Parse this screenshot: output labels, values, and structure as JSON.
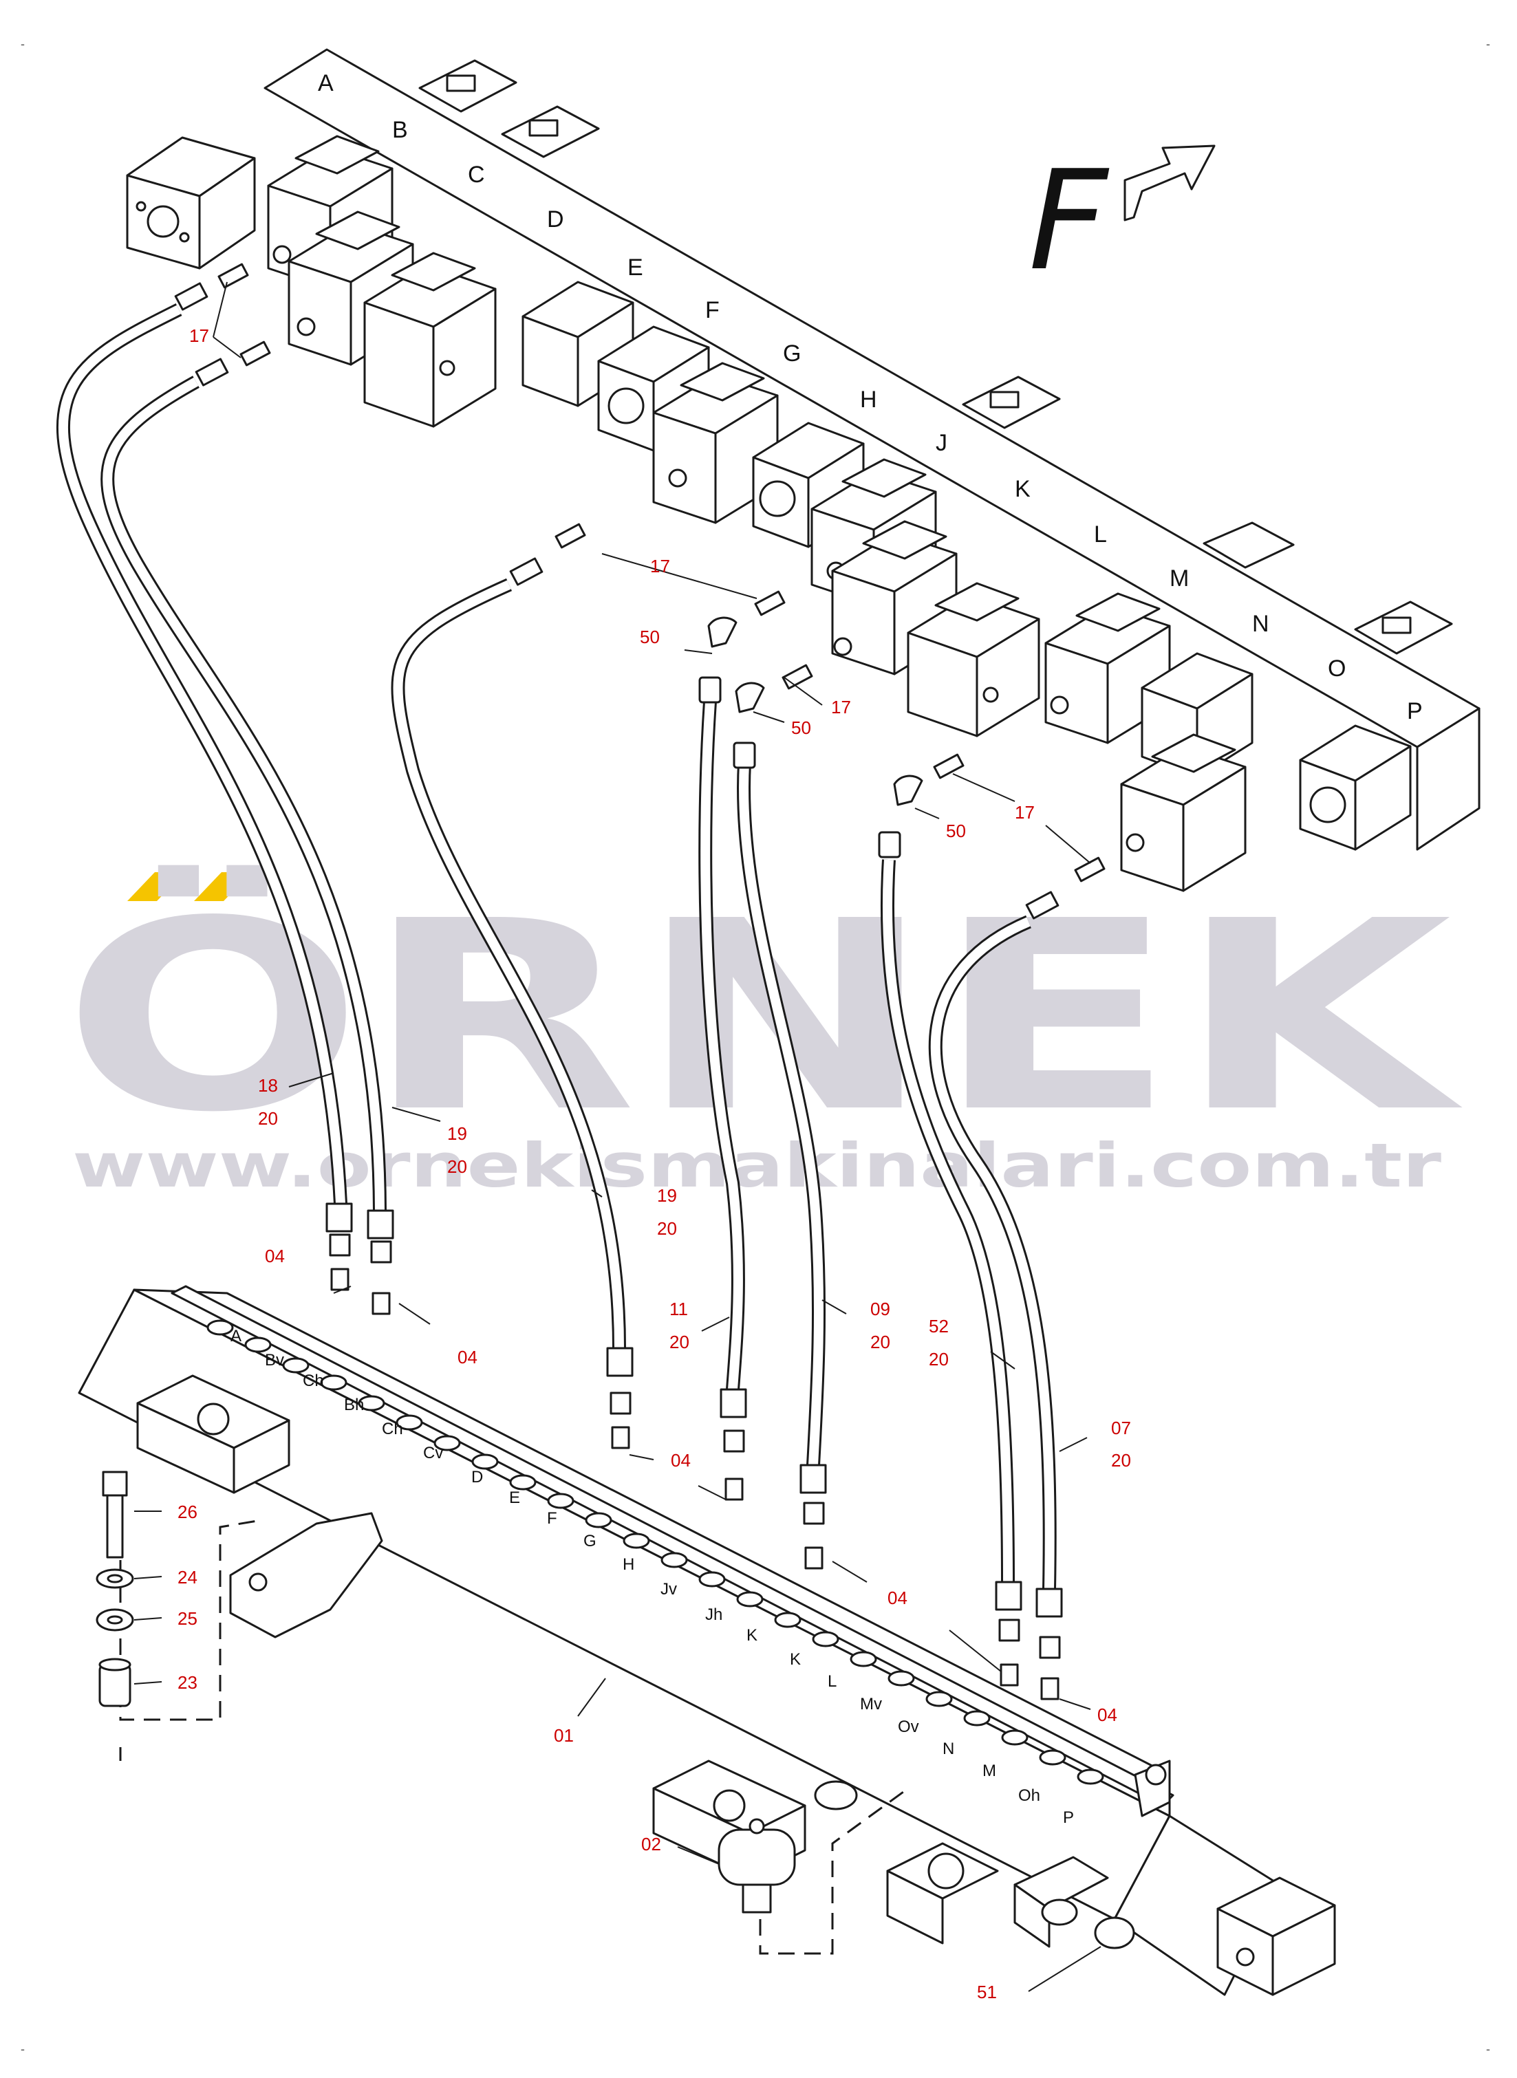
{
  "view_label": "F",
  "watermark": {
    "brand": "ÖRNEK",
    "url": "www.ornekismakinalari.com.tr",
    "accent_color": "#f5c400"
  },
  "block_letters": [
    "A",
    "B",
    "C",
    "D",
    "E",
    "F",
    "G",
    "H",
    "J",
    "K",
    "L",
    "M",
    "N",
    "O",
    "P"
  ],
  "manifold_ports": [
    "A",
    "Bv",
    "Ch",
    "Bh",
    "Ch",
    "Cv",
    "D",
    "E",
    "F",
    "G",
    "H",
    "Jv",
    "Jh",
    "K",
    "K",
    "L",
    "Mv",
    "Ov",
    "N",
    "M",
    "Oh",
    "P"
  ],
  "part_numbers": {
    "p17a": "17",
    "p17b": "17",
    "p17c": "17",
    "p17d": "17",
    "p50a": "50",
    "p50b": "50",
    "p50c": "50",
    "p18": "18",
    "p20a": "20",
    "p19a": "19",
    "p20b": "20",
    "p19b": "19",
    "p20c": "20",
    "p11": "11",
    "p20d": "20",
    "p09": "09",
    "p20e": "20",
    "p52": "52",
    "p20f": "20",
    "p07": "07",
    "p20g": "20",
    "p04a": "04",
    "p04b": "04",
    "p04c": "04",
    "p04d": "04",
    "p04e": "04",
    "p26": "26",
    "p24": "24",
    "p25": "25",
    "p23": "23",
    "p01": "01",
    "p02": "02",
    "p51": "51"
  },
  "corner_marks": {
    "tl": "-",
    "tr": "-",
    "bl": "-",
    "br": "-"
  },
  "colors": {
    "line": "#1a1a1a",
    "callout": "#cc0000",
    "watermark": "#d6d4dc"
  }
}
